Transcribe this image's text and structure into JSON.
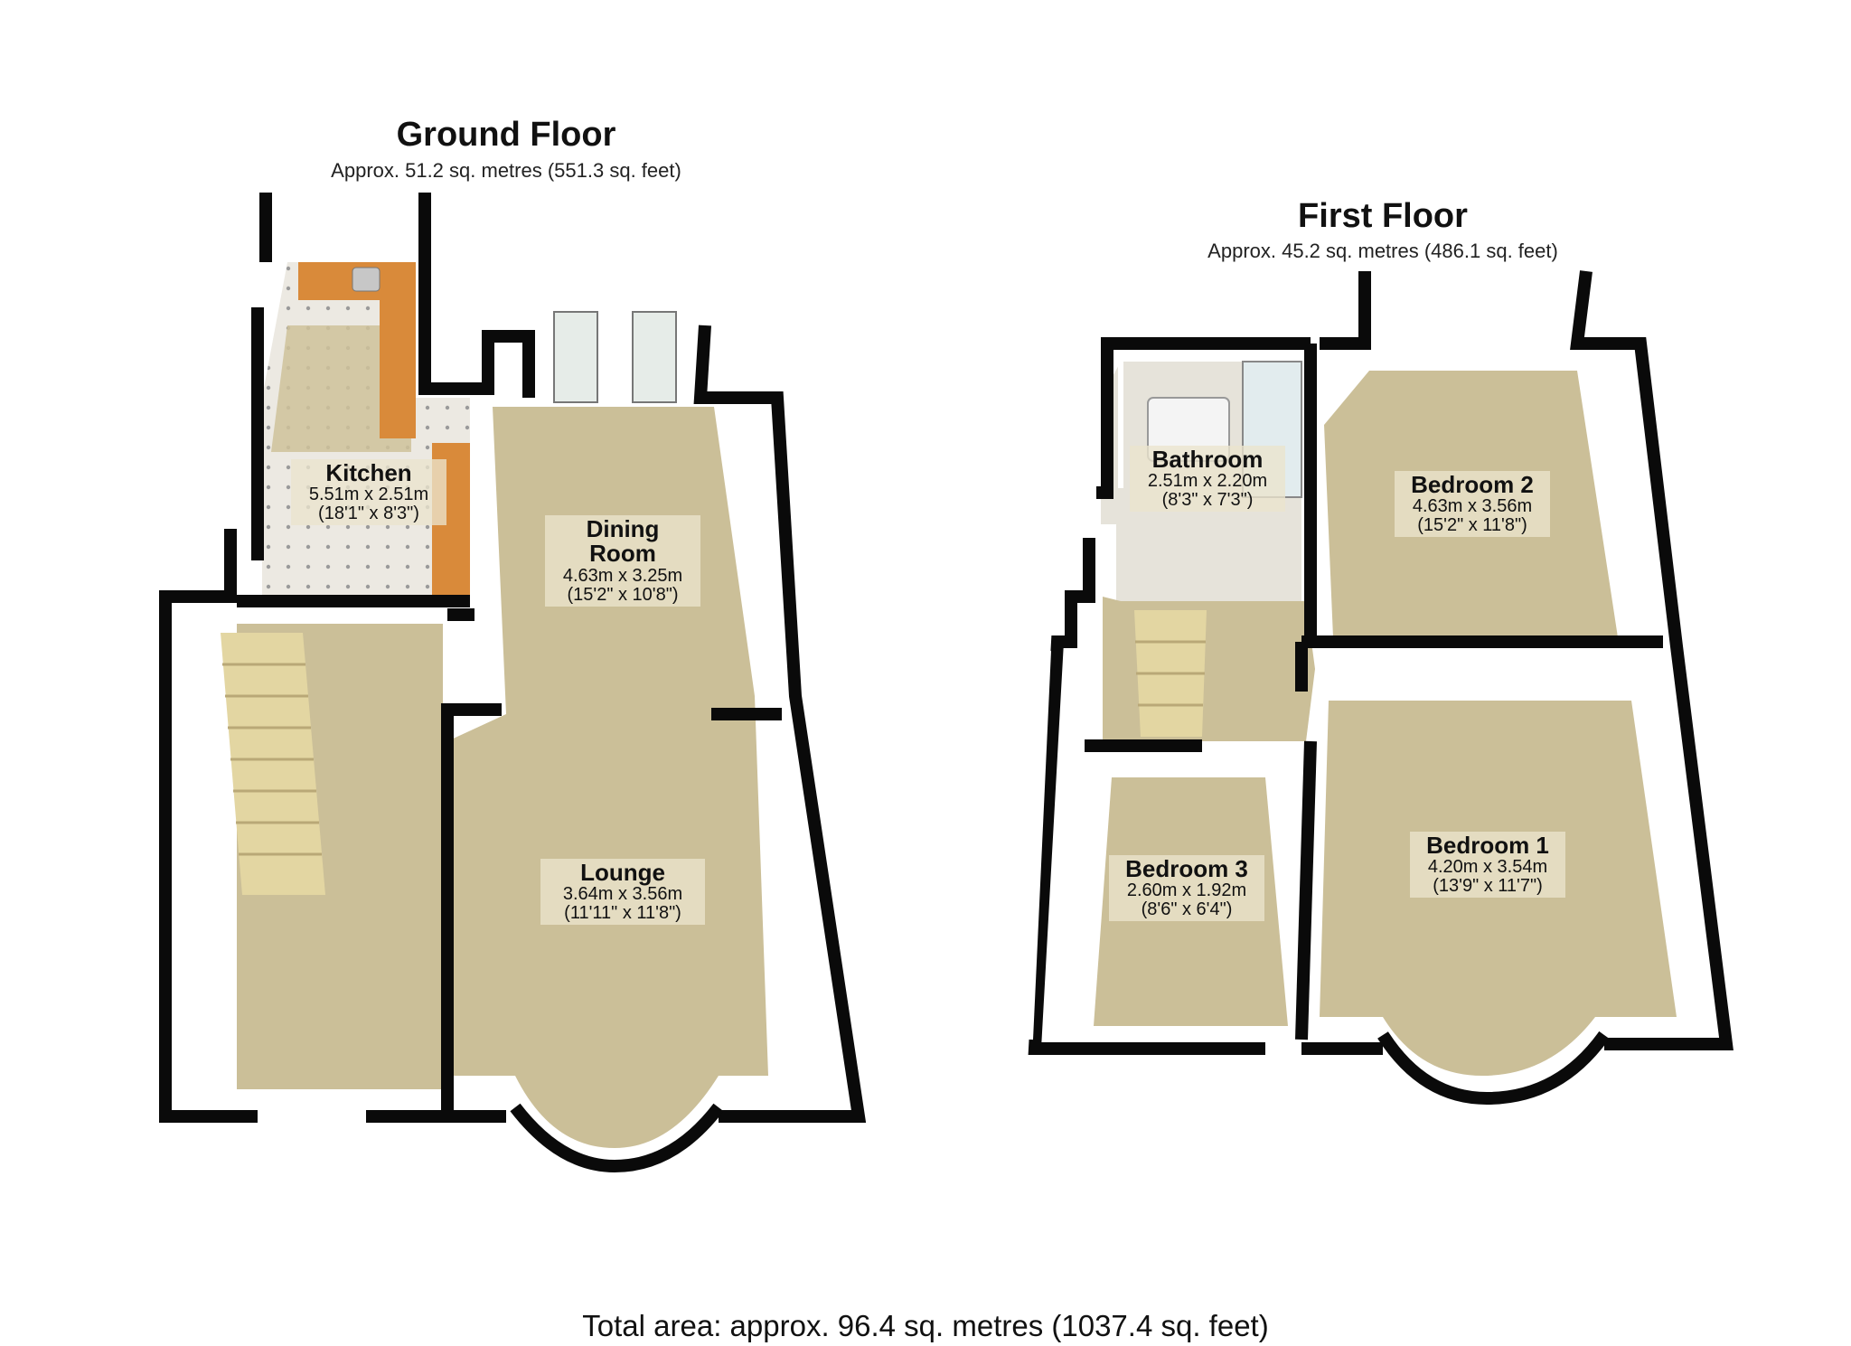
{
  "ground_floor": {
    "title": "Ground Floor",
    "area": "Approx. 51.2 sq. metres (551.3 sq. feet)",
    "rooms": [
      {
        "name": "Kitchen",
        "metric": "5.51m x 2.51m",
        "imperial": "(18'1\" x 8'3\")"
      },
      {
        "name": "Dining Room",
        "metric": "4.63m x 3.25m",
        "imperial": "(15'2\" x 10'8\")"
      },
      {
        "name": "Lounge",
        "metric": "3.64m x 3.56m",
        "imperial": "(11'11\" x 11'8\")"
      }
    ]
  },
  "first_floor": {
    "title": "First Floor",
    "area": "Approx. 45.2 sq. metres (486.1 sq. feet)",
    "rooms": [
      {
        "name": "Bathroom",
        "metric": "2.51m x 2.20m",
        "imperial": "(8'3\" x 7'3\")"
      },
      {
        "name": "Bedroom 2",
        "metric": "4.63m x 3.56m",
        "imperial": "(15'2\" x 11'8\")"
      },
      {
        "name": "Bedroom 3",
        "metric": "2.60m x 1.92m",
        "imperial": "(8'6\" x 6'4\")"
      },
      {
        "name": "Bedroom 1",
        "metric": "4.20m x 3.54m",
        "imperial": "(13'9\" x 11'7\")"
      }
    ]
  },
  "total_area": "Total area: approx. 96.4 sq. metres (1037.4 sq. feet)",
  "colors": {
    "wall": "#0a0a0a",
    "carpet": "#cfc29a",
    "kitchen_floor": "#e9e6df",
    "worktop": "#d98a3a",
    "stairs": "#e6d8a3",
    "glass": "#cfe6df"
  }
}
